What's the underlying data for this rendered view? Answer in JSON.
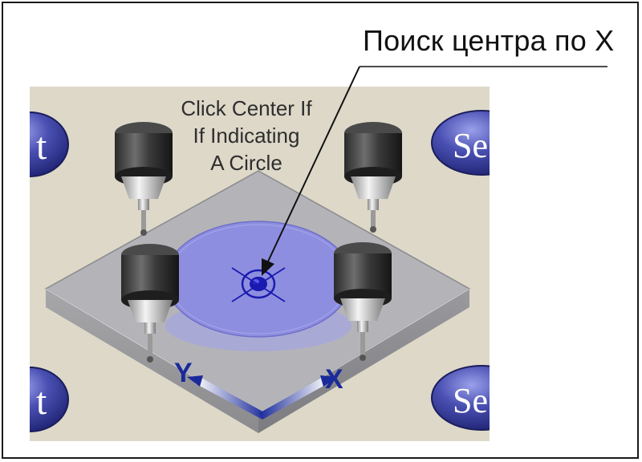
{
  "callout": {
    "label": "Поиск центра по X"
  },
  "panel": {
    "instruction_lines": [
      "Click Center If",
      "If Indicating",
      "A Circle"
    ],
    "side_buttons": {
      "top_left": "t",
      "top_right": "Se",
      "bottom_left": "t",
      "bottom_right": "Se"
    },
    "axes": {
      "y_label": "Y",
      "x_label": "X"
    }
  },
  "colors": {
    "panel_background": "#ddd8c8",
    "workpiece_top": "#b4b4b8",
    "disc_fill": "#8e8ee0",
    "target": "#1a1ab0",
    "button_fill": "#3a3f9a",
    "axis_color": "#1a2a9a"
  }
}
